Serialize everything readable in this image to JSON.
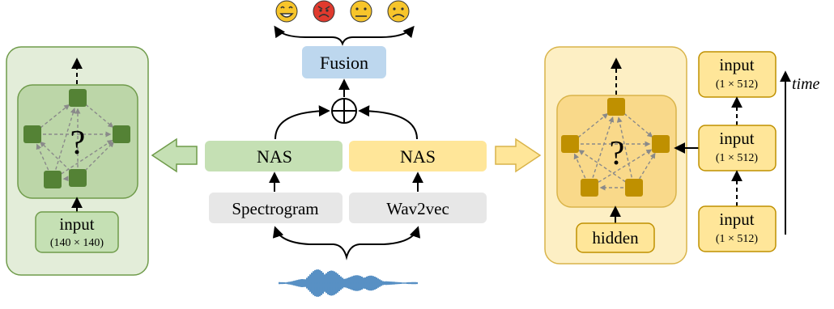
{
  "center": {
    "fusion_label": "Fusion",
    "nas_left_label": "NAS",
    "nas_right_label": "NAS",
    "spectrogram_label": "Spectrogram",
    "wav2vec_label": "Wav2vec",
    "plus_symbol": "⊕",
    "emotions": [
      "😁",
      "😡",
      "😐",
      "☹"
    ]
  },
  "left_panel": {
    "question_mark": "?",
    "input_label": "input",
    "input_size": "(140 × 140)"
  },
  "right_panel": {
    "question_mark": "?",
    "hidden_label": "hidden",
    "inputs": [
      {
        "label": "input",
        "size": "(1 × 512)"
      },
      {
        "label": "input",
        "size": "(1 × 512)"
      },
      {
        "label": "input",
        "size": "(1 × 512)"
      }
    ],
    "time_label": "time"
  },
  "colors": {
    "green_outer_fill": "#e3edd9",
    "green_outer_stroke": "#6f9b4a",
    "green_inner_fill": "#bcd6a8",
    "green_node": "#548235",
    "yellow_outer_fill": "#fdefc4",
    "yellow_outer_stroke": "#d9b44a",
    "yellow_inner_fill": "#f9d98a",
    "yellow_node": "#bf9000",
    "fusion_fill": "#bdd7ee",
    "nas_green_fill": "#c5e0b4",
    "nas_yellow_fill": "#ffe699",
    "feature_fill": "#e7e7e7",
    "waveform": "#2e75b6"
  }
}
